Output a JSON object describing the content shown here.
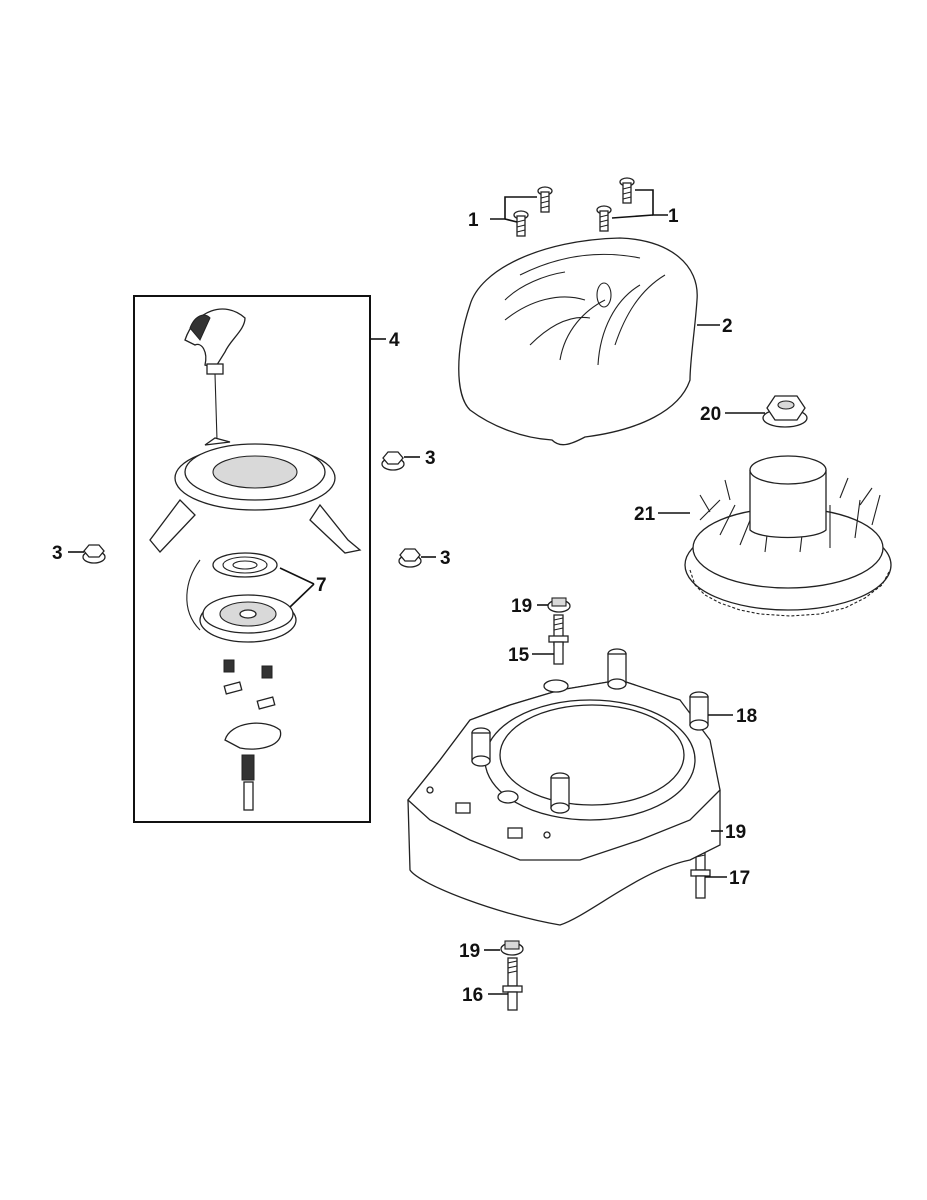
{
  "callouts": {
    "c1a": "1",
    "c1b": "1",
    "c2": "2",
    "c3a": "3",
    "c3b": "3",
    "c3c": "3",
    "c4": "4",
    "c7": "7",
    "c15": "15",
    "c16": "16",
    "c17": "17",
    "c18": "18",
    "c19a": "19",
    "c19b": "19",
    "c19c": "19",
    "c20": "20",
    "c21": "21"
  }
}
